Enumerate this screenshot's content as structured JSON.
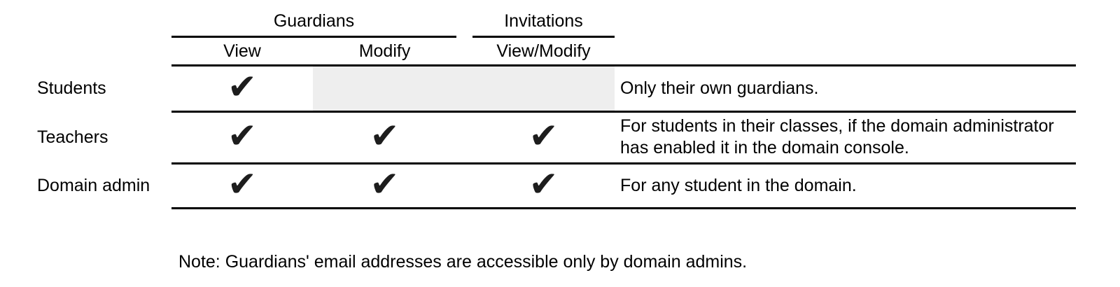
{
  "table": {
    "group_headers": [
      {
        "label": "Guardians",
        "columns": [
          "View",
          "Modify"
        ]
      },
      {
        "label": "Invitations",
        "columns": [
          "View/Modify"
        ]
      }
    ],
    "column_headers": [
      "View",
      "Modify",
      "View/Modify"
    ],
    "rows": [
      {
        "role": "Students",
        "guardians_view": true,
        "guardians_modify": false,
        "invitations_view_modify": false,
        "modify_cells_shaded": true,
        "description": "Only their own guardians."
      },
      {
        "role": "Teachers",
        "guardians_view": true,
        "guardians_modify": true,
        "invitations_view_modify": true,
        "modify_cells_shaded": false,
        "description": "For students in their classes, if the domain administrator has enabled it in the domain console."
      },
      {
        "role": "Domain admin",
        "guardians_view": true,
        "guardians_modify": true,
        "invitations_view_modify": true,
        "modify_cells_shaded": false,
        "description": "For any student in the domain."
      }
    ],
    "footnote": "Note: Guardians' email addresses are accessible only by domain admins."
  },
  "icons": {
    "check": "✔"
  },
  "colors": {
    "shaded_cell": "#eeeeee",
    "rule": "#000000",
    "text": "#000000",
    "check": "#1d1d1d"
  }
}
